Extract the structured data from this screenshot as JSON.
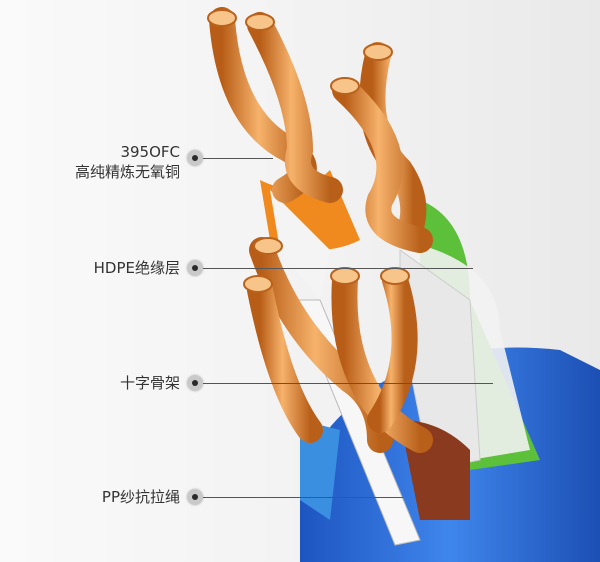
{
  "callouts": [
    {
      "line1": "395OFC",
      "line2": "高纯精炼无氧铜"
    },
    {
      "line1": "HDPE绝缘层"
    },
    {
      "line1": "十字骨架"
    },
    {
      "line1": "PP纱抗拉绳"
    }
  ],
  "colors": {
    "copper": "#e3892f",
    "jacket": "#2f6fd6",
    "green": "#5cc03a",
    "orange_insulation": "#f08a1e",
    "brown": "#8a3a1e",
    "blue_insulation": "#3a8fe0"
  }
}
